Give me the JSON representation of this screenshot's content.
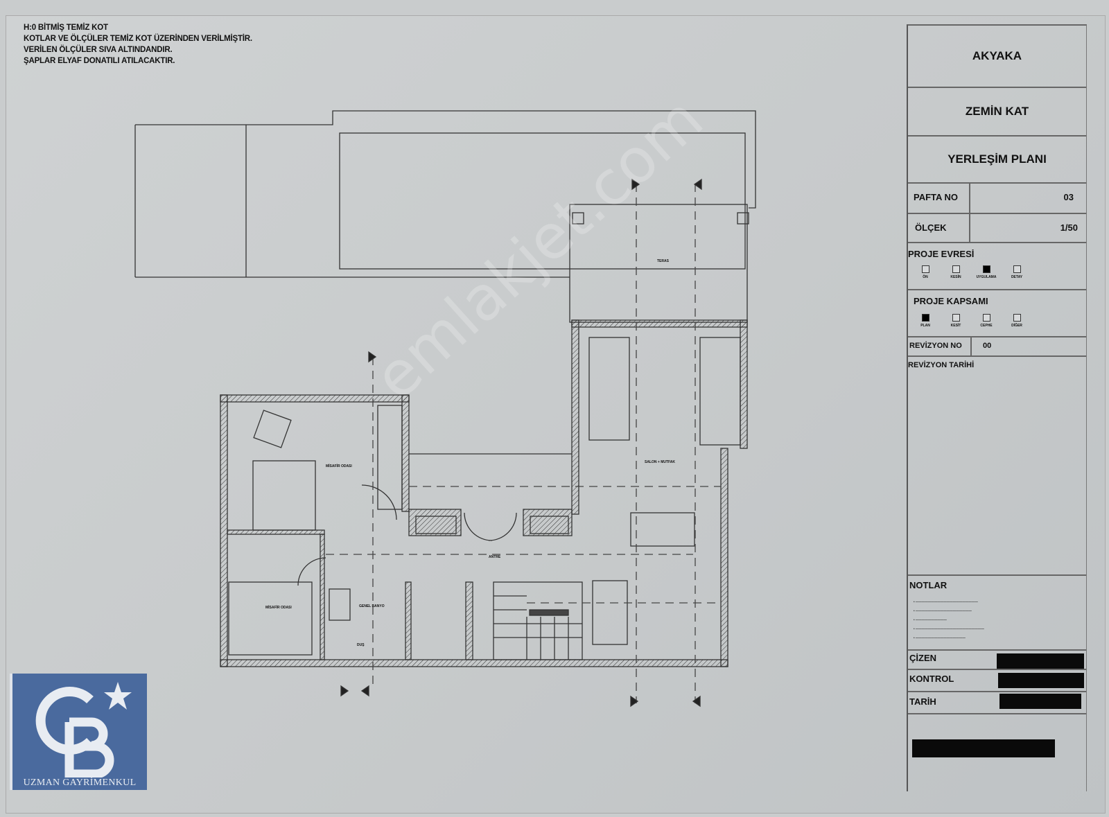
{
  "general_notes": [
    "H:0 BİTMİŞ TEMİZ KOT",
    "KOTLAR VE ÖLÇÜLER TEMİZ KOT ÜZERİNDEN VERİLMİŞTİR.",
    "VERİLEN ÖLÇÜLER SIVA ALTINDANDIR.",
    "ŞAPLAR ELYAF DONATILI ATILACAKTIR."
  ],
  "title_block": {
    "project": "AKYAKA",
    "floor": "ZEMİN KAT",
    "drawing": "YERLEŞİM PLANI",
    "sheet_no_label": "PAFTA NO",
    "sheet_no": "03",
    "scale_label": "ÖLÇEK",
    "scale": "1/50",
    "phase_label": "PROJE EVRESİ",
    "phase_options": [
      {
        "label": "ÖN",
        "checked": false
      },
      {
        "label": "KESİN",
        "checked": false
      },
      {
        "label": "UYGULAMA",
        "checked": true
      },
      {
        "label": "DETAY",
        "checked": false
      }
    ],
    "scope_label": "PROJE KAPSAMI",
    "scope_options": [
      {
        "label": "PLAN",
        "checked": true
      },
      {
        "label": "KESİT",
        "checked": false
      },
      {
        "label": "CEPHE",
        "checked": false
      },
      {
        "label": "DİĞER",
        "checked": false
      }
    ],
    "revision_no_label": "REVİZYON NO",
    "revision_no": "00",
    "revision_date_label": "REVİZYON TARİHİ",
    "notes_label": "NOTLAR",
    "drawn_label": "ÇİZEN",
    "checked_label": "KONTROL",
    "date_label": "TARİH"
  },
  "rooms": {
    "terrace": "TERAS",
    "living_kitchen": "SALON + MUTFAK",
    "bedroom_1": "MİSAFİR ODASI",
    "bedroom_2": "MİSAFİR ODASI",
    "entrance": "ANTRE",
    "bathroom": "GENEL BANYO",
    "shower": "DUŞ"
  },
  "logo": {
    "monogram": "CB",
    "text": "UZMAN GAYRİMENKUL",
    "color": "#4a6a9e"
  },
  "watermark": "emlakjet.com",
  "colors": {
    "paper": "#c9cccd",
    "ink": "#222222",
    "redaction": "#0a0a0a"
  }
}
